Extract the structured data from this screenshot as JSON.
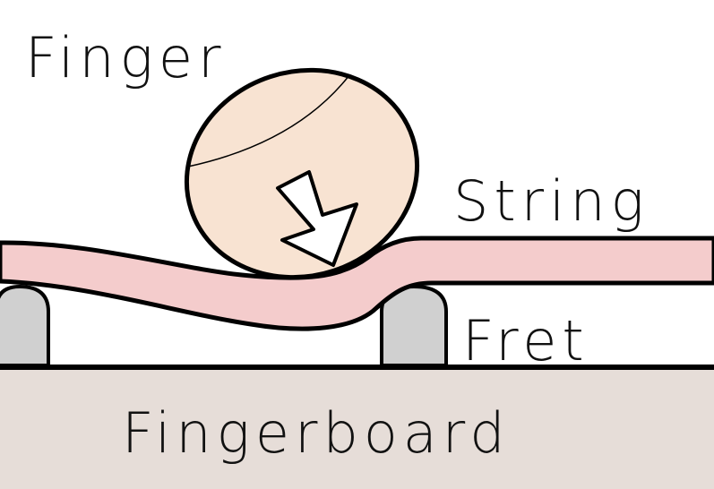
{
  "diagram": {
    "labels": {
      "finger": "Finger",
      "string": "String",
      "fret": "Fret",
      "fingerboard": "Fingerboard"
    },
    "colors": {
      "finger_fill": "#f8e3d2",
      "string_fill": "#f4cccc",
      "fret_fill": "#d0d0d0",
      "fingerboard_fill": "#e6ddd8",
      "outline": "#000000",
      "background": "#ffffff"
    },
    "icons": {
      "press_arrow": "down-arrow-icon"
    }
  }
}
